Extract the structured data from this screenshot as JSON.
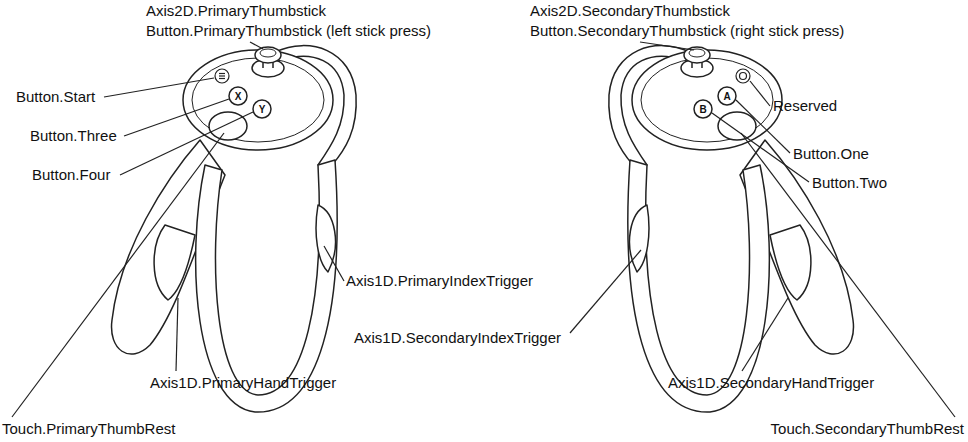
{
  "diagram": {
    "labels": [
      "Axis2D.PrimaryThumbstick",
      "Button.PrimaryThumbstick (left stick press)",
      "Axis2D.SecondaryThumbstick",
      "Button.SecondaryThumbstick (right stick press)",
      "Button.Start",
      "Reserved",
      "Button.Three",
      "Button.One",
      "Button.Four",
      "Button.Two",
      "Axis1D.PrimaryIndexTrigger",
      "Axis1D.SecondaryIndexTrigger",
      "Axis1D.PrimaryHandTrigger",
      "Axis1D.SecondaryHandTrigger",
      "Touch.PrimaryThumbRest",
      "Touch.SecondaryThumbRest",
      "X",
      "Y",
      "B",
      "A"
    ]
  }
}
